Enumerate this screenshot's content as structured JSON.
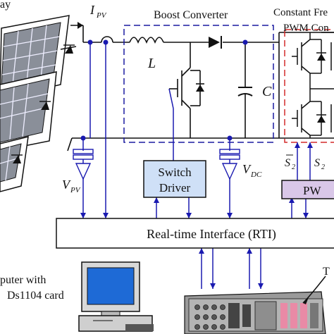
{
  "labels": {
    "array": "ay",
    "ipv_main": "I",
    "ipv_sub": "PV",
    "boost_title": "Boost Converter",
    "inductor": "L",
    "capacitor": "C",
    "const_freq": "Constant Fre",
    "pwm_conv": "PWM Con",
    "switch_driver_1": "Switch",
    "switch_driver_2": "Driver",
    "vpv_main": "V",
    "vpv_sub": "PV",
    "vdc_main": "V",
    "vdc_sub": "DC",
    "s2bar": "S",
    "s2bar_sub": "2",
    "s2": "S",
    "s2_sub": "2",
    "pwm_box": "PW",
    "rti": "Real-time Interface (RTI)",
    "computer_1": "puter with",
    "computer_2": "Ds1104 card",
    "t_label": "T"
  },
  "colors": {
    "wire_blue": "#1a1ab0",
    "boost_border": "#1a1aa0",
    "pwm_border": "#d42a2a",
    "switch_box_fill": "#cfe0f7",
    "pwm_box_fill": "#d9c7e8",
    "panel_cell": "#8a8f99"
  }
}
